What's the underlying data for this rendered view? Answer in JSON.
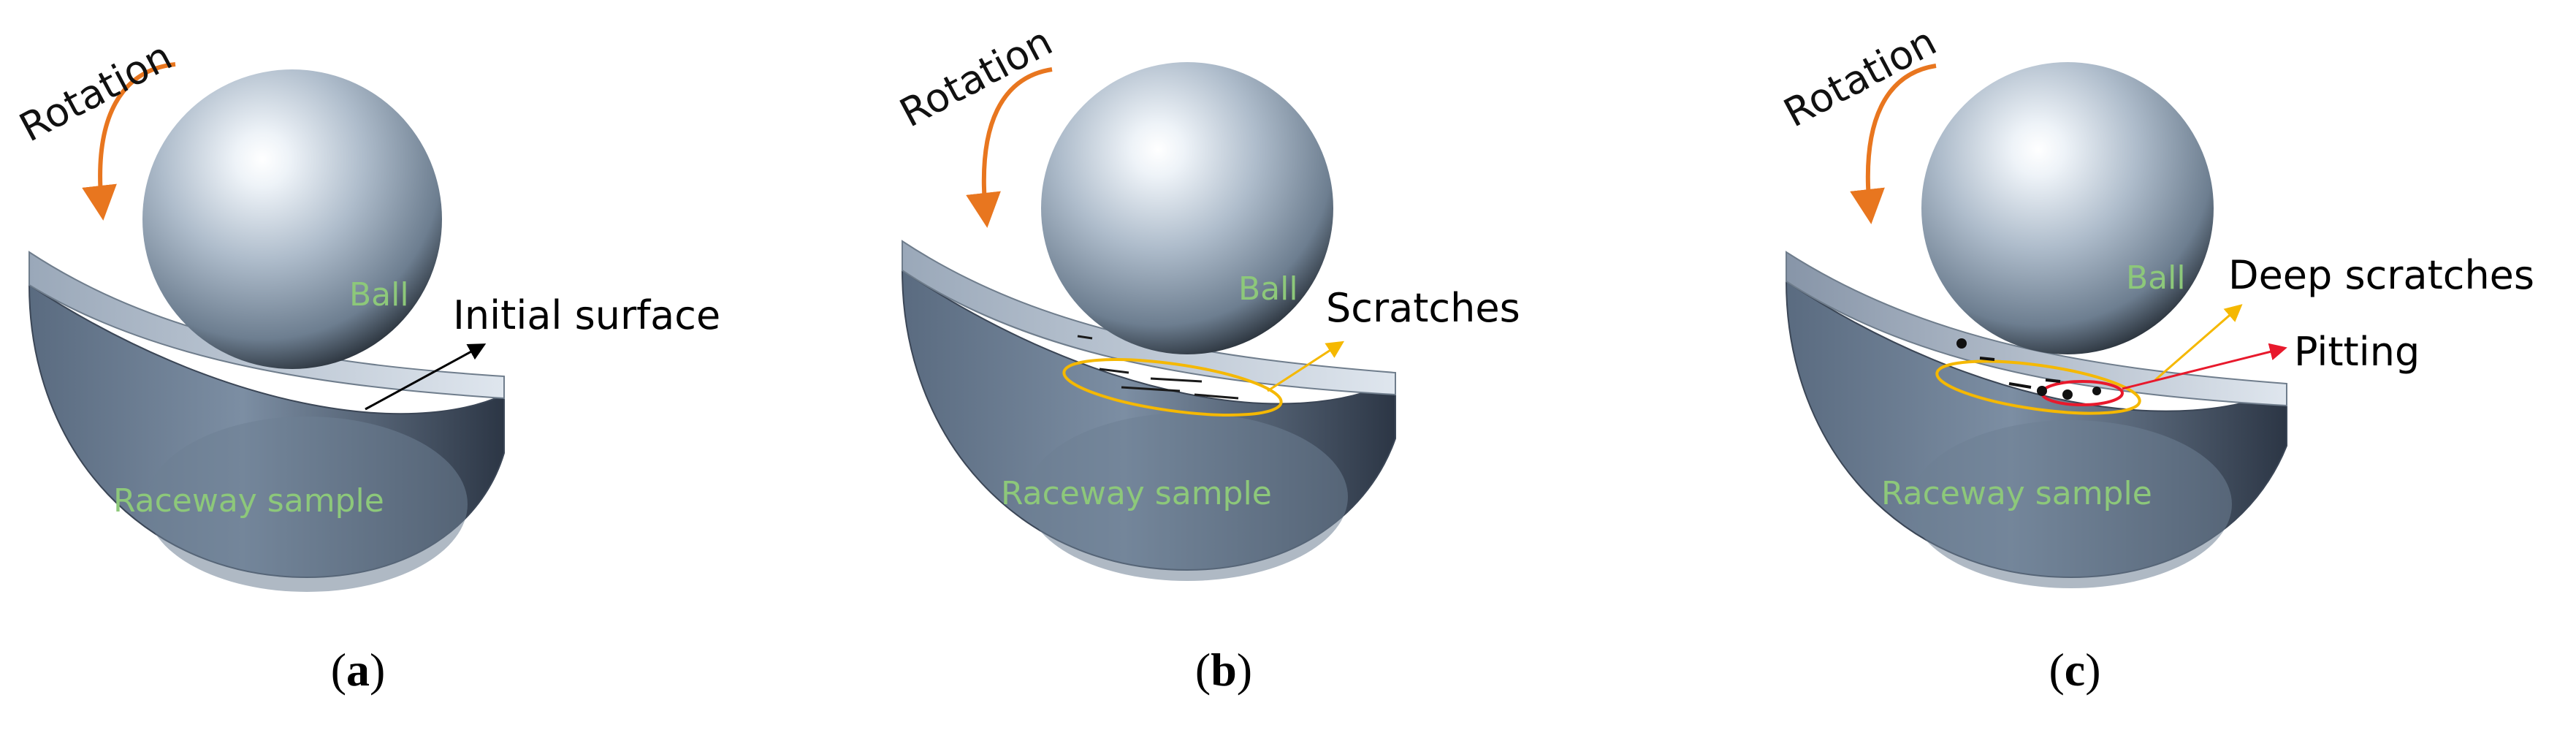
{
  "panels": [
    {
      "id": "a",
      "caption_open": "(",
      "caption_letter": "a",
      "caption_close": ")",
      "rotation_label": "Rotation",
      "ball_label": "Ball",
      "sample_label": "Raceway sample",
      "callouts": [
        {
          "text": "Initial surface",
          "color": "#000000"
        }
      ]
    },
    {
      "id": "b",
      "caption_open": "(",
      "caption_letter": "b",
      "caption_close": ")",
      "rotation_label": "Rotation",
      "ball_label": "Ball",
      "sample_label": "Raceway sample",
      "callouts": [
        {
          "text": "Scratches",
          "color": "#f5b800"
        }
      ]
    },
    {
      "id": "c",
      "caption_open": "(",
      "caption_letter": "c",
      "caption_close": ")",
      "rotation_label": "Rotation",
      "ball_label": "Ball",
      "sample_label": "Raceway sample",
      "callouts": [
        {
          "text": "Deep scratches",
          "color": "#f5b800"
        },
        {
          "text": "Pitting",
          "color": "#e8192c"
        }
      ]
    }
  ],
  "colors": {
    "rotation_arrow": "#e8761f",
    "label_green": "#8dc87a",
    "scratch_outline": "#f5b800",
    "pitting_outline": "#e8192c"
  }
}
